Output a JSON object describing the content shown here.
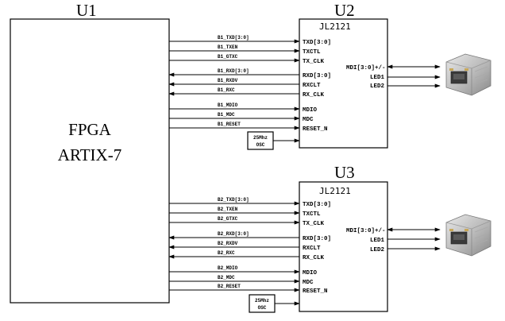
{
  "u1": {
    "ref": "U1",
    "line1": "FPGA",
    "line2": "ARTIX-7"
  },
  "phys": [
    {
      "ref": "U2",
      "part": "JL2121",
      "signals": [
        "B1_TXD[3:0]",
        "B1_TXEN",
        "B1_GTXC",
        "B1_RXD[3:0]",
        "B1_RXDV",
        "B1_RXC",
        "B1_MDIO",
        "B1_MDC",
        "B1_RESET"
      ],
      "pins": [
        "TXD[3:0]",
        "TXCTL",
        "TX_CLK",
        "RXD[3:0]",
        "RXCLT",
        "RX_CLK",
        "MDIO",
        "MDC",
        "RESET_N"
      ],
      "osc": [
        "25Mhz",
        "OSC"
      ],
      "right_pins": [
        "MDI[3:0]+/-",
        "LED1",
        "LED2"
      ]
    },
    {
      "ref": "U3",
      "part": "JL2121",
      "signals": [
        "B2_TXD[3:0]",
        "B2_TXEN",
        "B2_GTXC",
        "B2_RXD[3:0]",
        "B2_RXDV",
        "B2_RXC",
        "B2_MDIO",
        "B2_MDC",
        "B2_RESET"
      ],
      "pins": [
        "TXD[3:0]",
        "TXCTL",
        "TX_CLK",
        "RXD[3:0]",
        "RXCLT",
        "RX_CLK",
        "MDIO",
        "MDC",
        "RESET_N"
      ],
      "osc": [
        "25Mhz",
        "OSC"
      ],
      "right_pins": [
        "MDI[3:0]+/-",
        "LED1",
        "LED2"
      ]
    }
  ],
  "icons": [
    "rj45-connector-icon",
    "arrow-icon"
  ]
}
